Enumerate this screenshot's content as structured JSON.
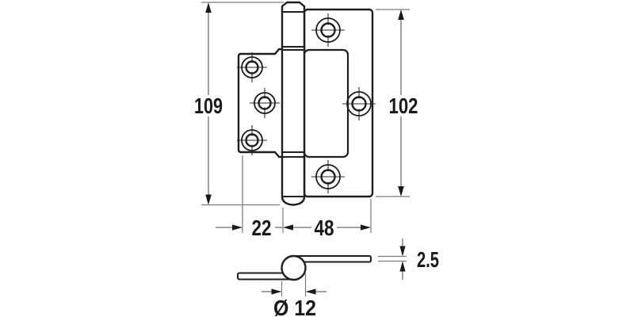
{
  "drawing": {
    "dimensions": {
      "total_height": "109",
      "leaf_height": "102",
      "small_leaf_width": "22",
      "large_leaf_width": "48",
      "leaf_thickness": "2.5",
      "knuckle_diameter": "Ø 12"
    },
    "colors": {
      "outline": "#1e1e1e",
      "dimension_lines": "#7a7a7a",
      "text": "#1a1a1a",
      "background": "#ffffff"
    }
  }
}
